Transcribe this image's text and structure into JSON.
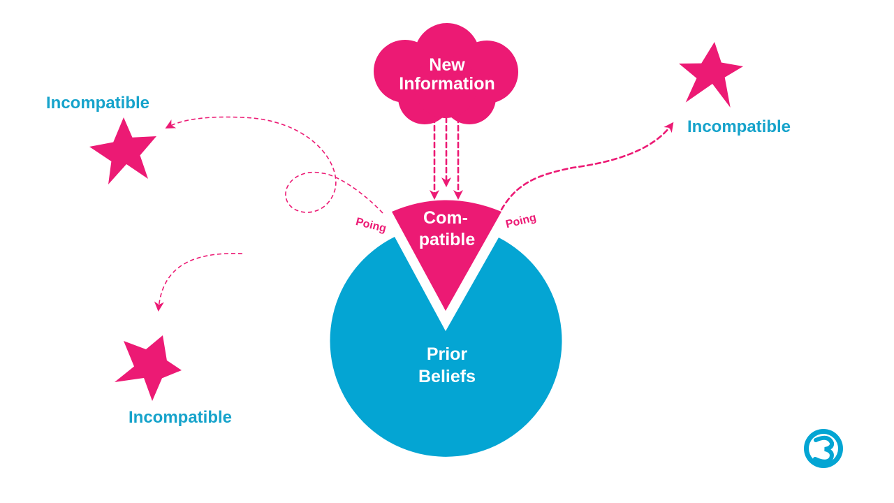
{
  "colors": {
    "pink": "#ec1a74",
    "blue": "#04a5d3",
    "text_blue": "#16a3cb"
  },
  "nodes": {
    "new_information": {
      "line1": "New",
      "line2": "Information",
      "shape": "cloud"
    },
    "compatible": {
      "line1": "Com-",
      "line2": "patible",
      "shape": "wedge"
    },
    "prior_beliefs": {
      "line1": "Prior",
      "line2": "Beliefs",
      "shape": "circle"
    }
  },
  "labels": {
    "incompatible_top_left": "Incompatible",
    "incompatible_top_right": "Incompatible",
    "incompatible_bottom_left": "Incompatible",
    "poing_left": "Poing",
    "poing_right": "Poing"
  },
  "icons": {
    "star": "star-icon",
    "logo": "logo-icon"
  }
}
